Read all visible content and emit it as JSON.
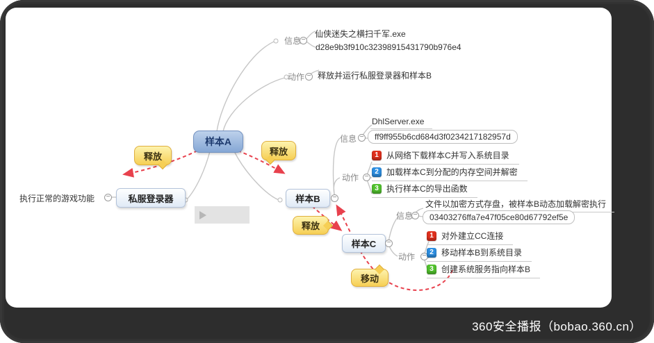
{
  "caption": "360安全播报（bobao.360.cn）",
  "colors": {
    "arrow_red": "#e8414d",
    "badge_red": "#e0301e",
    "badge_blue": "#2d8fe2",
    "badge_green": "#52c22e",
    "root_node_blue": "#8aabd8",
    "callout_yellow": "#f6cf55"
  },
  "root": {
    "label": "样本A",
    "info": {
      "label": "信息",
      "filename": "仙侠迷失之横扫千军.exe",
      "md5": "d28e9b3f910c32398915431790b976e4"
    },
    "action": {
      "label": "动作",
      "text": "释放并运行私服登录器和样本B"
    }
  },
  "login_client": {
    "label": "私服登录器",
    "note": "执行正常的游戏功能"
  },
  "sample_b": {
    "label": "样本B",
    "info": {
      "label": "信息",
      "filename": "DhlServer.exe",
      "md5": "ff9ff955b6cd684d3f0234217182957d"
    },
    "action": {
      "label": "动作",
      "items": [
        {
          "num": "1",
          "color": "#e0301e",
          "text": "从网络下载样本C并写入系统目录"
        },
        {
          "num": "2",
          "color": "#2d8fe2",
          "text": "加载样本C到分配的内存空间并解密"
        },
        {
          "num": "3",
          "color": "#52c22e",
          "text": "执行样本C的导出函数"
        }
      ]
    }
  },
  "sample_c": {
    "label": "样本C",
    "info": {
      "label": "信息",
      "note": "文件以加密方式存盘，被样本B动态加载解密执行",
      "md5": "03403276ffa7e47f05ce80d67792ef5e"
    },
    "action": {
      "label": "动作",
      "items": [
        {
          "num": "1",
          "color": "#e0301e",
          "text": "对外建立CC连接"
        },
        {
          "num": "2",
          "color": "#2d8fe2",
          "text": "移动样本B到系统目录"
        },
        {
          "num": "3",
          "color": "#52c22e",
          "text": "创建系统服务指向样本B"
        }
      ]
    }
  },
  "callouts": {
    "release_a": "释放",
    "release_b": "释放",
    "release_c": "释放",
    "move": "移动"
  },
  "icons": {
    "collapse": "−",
    "play": "▶"
  }
}
